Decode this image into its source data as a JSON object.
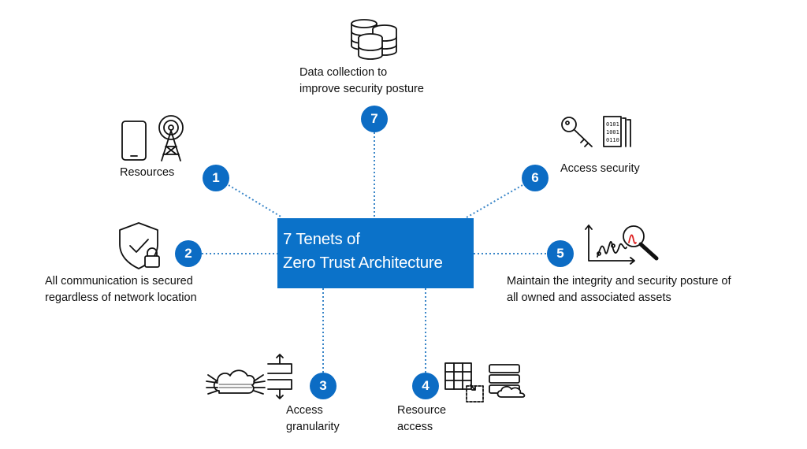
{
  "title_lines": [
    "7 Tenets of",
    "Zero Trust Architecture"
  ],
  "accent_color": "#0b72c9",
  "tenets": [
    {
      "number": "1",
      "label_lines": [
        "Resources"
      ],
      "icons": [
        "smartphone-icon",
        "antenna-tower-icon"
      ]
    },
    {
      "number": "2",
      "label_lines": [
        "All communication is secured",
        "regardless of network location"
      ],
      "icons": [
        "shield-check-lock-icon"
      ]
    },
    {
      "number": "3",
      "label_lines": [
        "Access",
        "granularity"
      ],
      "icons": [
        "cloud-network-icon",
        "split-arrows-icon"
      ]
    },
    {
      "number": "4",
      "label_lines": [
        "Resource",
        "access"
      ],
      "icons": [
        "grid-resize-icon",
        "server-cloud-icon"
      ]
    },
    {
      "number": "5",
      "label_lines": [
        "Maintain the integrity and security posture of",
        "all owned and associated assets"
      ],
      "icons": [
        "chart-magnifier-icon"
      ]
    },
    {
      "number": "6",
      "label_lines": [
        "Access security"
      ],
      "icons": [
        "key-icon",
        "binary-document-icon"
      ]
    },
    {
      "number": "7",
      "label_lines": [
        "Data collection to",
        "improve security posture"
      ],
      "icons": [
        "database-icon"
      ]
    }
  ]
}
